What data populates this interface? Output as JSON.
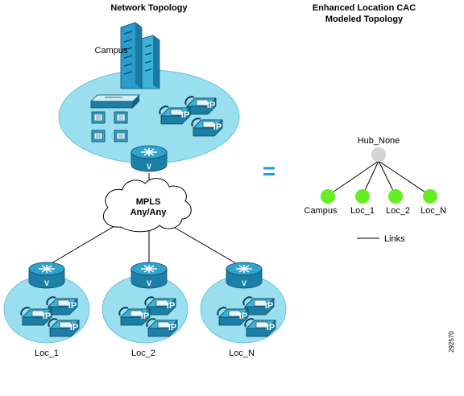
{
  "titles": {
    "network_topology": "Network Topology",
    "cac_line1": "Enhanced Location CAC",
    "cac_line2": "Modeled Topology"
  },
  "campus": {
    "label": "Campus"
  },
  "cloud": {
    "line1": "MPLS",
    "line2": "Any/Any"
  },
  "router_mark": "V",
  "phone_mark": "IP",
  "sites": [
    "Loc_1",
    "Loc_2",
    "Loc_N"
  ],
  "equals": "=",
  "model": {
    "hub": "Hub_None",
    "nodes": [
      "Campus",
      "Loc_1",
      "Loc_2",
      "Loc_N"
    ],
    "legend": "Links"
  },
  "figure_id": "292570",
  "colors": {
    "site_fill": "#99dff0",
    "router": "#1f8fb5",
    "hub_node": "#d3d3d3",
    "loc_node": "#66ee22",
    "equals": "#1aa3d9"
  }
}
